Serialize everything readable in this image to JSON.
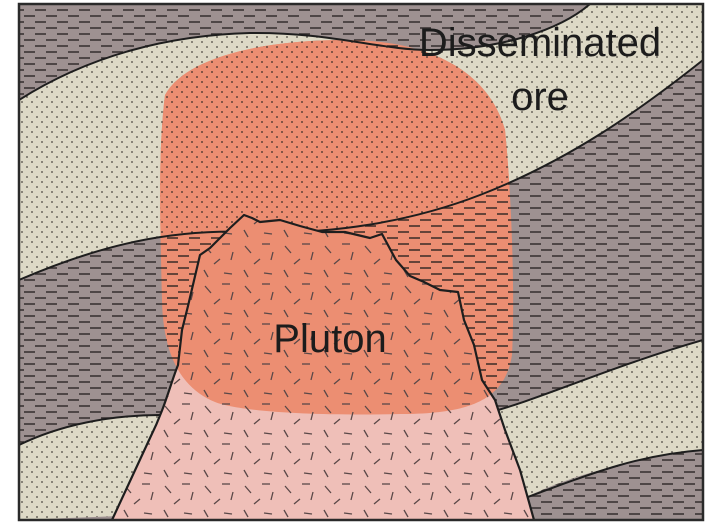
{
  "labels": {
    "ore_line1": "Disseminated",
    "ore_line2": "ore",
    "pluton": "Pluton"
  },
  "colors": {
    "frame": "#2a2a2a",
    "shale": "#9e9191",
    "shale_dash": "#3a3333",
    "sandstone": "#ddd9c6",
    "sandstone_dot": "#4a4640",
    "ore_zone": "#ec8e72",
    "pluton_lower": "#efbfb8",
    "pluton_dash": "#5a4848",
    "contact": "#1e1e1e"
  }
}
